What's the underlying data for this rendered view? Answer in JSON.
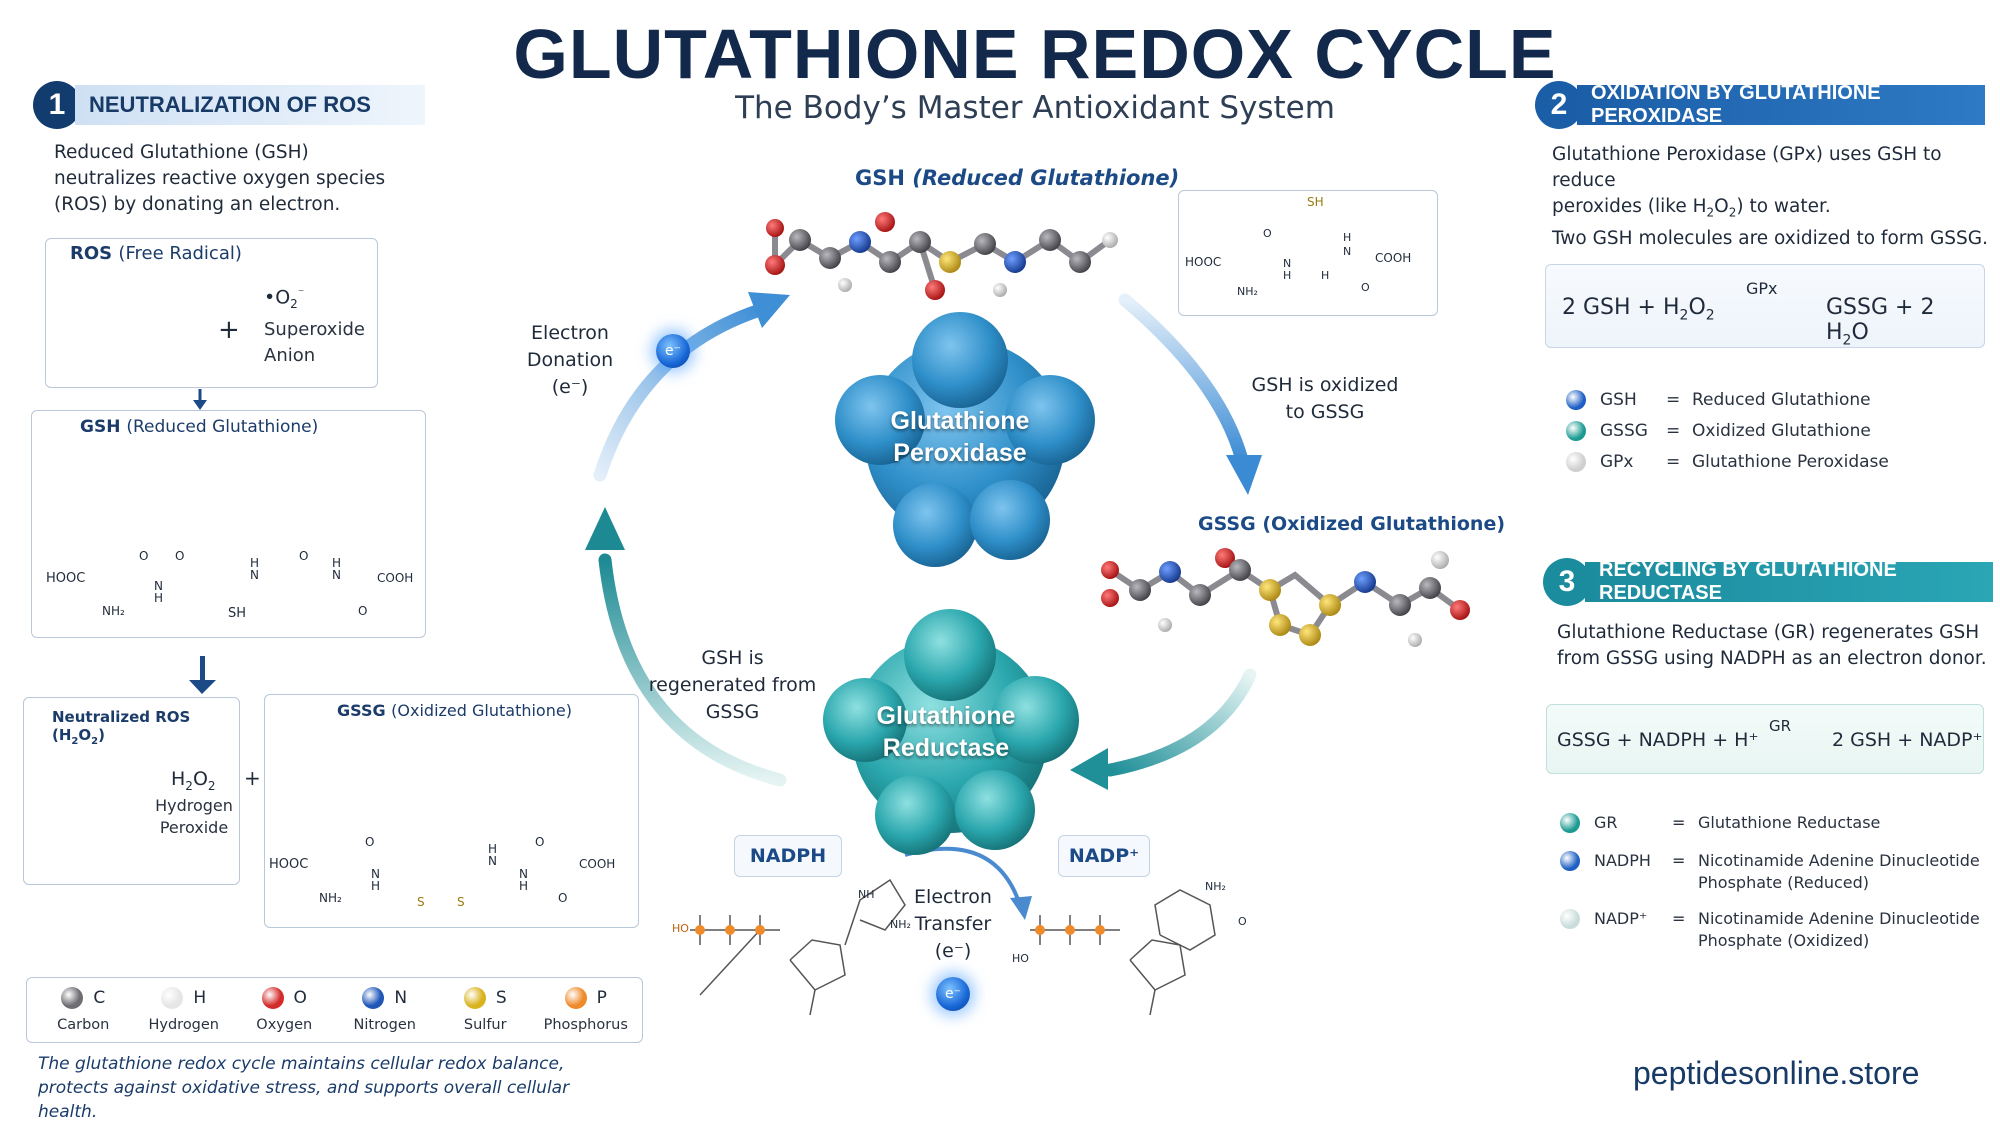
{
  "header": {
    "title": "GLUTATHIONE REDOX CYCLE",
    "subtitle": "The Body’s Master Antioxidant System"
  },
  "step1": {
    "number": "1",
    "title": "NEUTRALIZATION OF ROS",
    "desc": "Reduced Glutathione (GSH) neutralizes reactive oxygen species (ROS) by donating an electron.",
    "ros_box": {
      "label": "ROS",
      "label_paren": "(Free Radical)",
      "plus": "+",
      "radical": "•O",
      "radical_sub": "2",
      "radical_sup": "⁻",
      "name": "Superoxide Anion"
    },
    "gsh_box": {
      "label": "GSH",
      "label_paren": "(Reduced Glutathione)",
      "struct": {
        "hooc": "HOOC",
        "nh2": "NH₂",
        "o1": "O",
        "n1": "N",
        "h1": "H",
        "sh": "SH",
        "o2": "O",
        "h2": "H",
        "n2": "N",
        "o3": "O",
        "h3": "H",
        "n3": "N",
        "cooh": "COOH",
        "o4": "O"
      }
    },
    "neutralized_box": {
      "label": "Neutralized ROS (H",
      "label_sub": "2",
      "label_end": "O",
      "label_sub2": "2",
      "label_close": ")",
      "formula": "H",
      "formula_sub": "2",
      "formula_o": "O",
      "formula_sub2": "2",
      "name": "Hydrogen Peroxide",
      "plus": "+"
    },
    "gssg_box": {
      "label": "GSSG",
      "label_paren": "(Oxidized Glutathione)",
      "struct": {
        "hooc": "HOOC",
        "nh2": "NH₂",
        "o1": "O",
        "n1": "N",
        "h1": "H",
        "s1": "S",
        "s2": "S",
        "h2": "H",
        "n2": "N",
        "o2": "O",
        "h3": "H",
        "n3": "N",
        "cooh": "COOH",
        "o3": "O"
      }
    }
  },
  "elements": [
    {
      "symbol": "C",
      "name": "Carbon",
      "color": "#6d6d72"
    },
    {
      "symbol": "H",
      "name": "Hydrogen",
      "color": "#e6e6e6"
    },
    {
      "symbol": "O",
      "name": "Oxygen",
      "color": "#d42a2a"
    },
    {
      "symbol": "N",
      "name": "Nitrogen",
      "color": "#1f56b8"
    },
    {
      "symbol": "S",
      "name": "Sulfur",
      "color": "#d9b31f"
    },
    {
      "symbol": "P",
      "name": "Phosphorus",
      "color": "#ee8a2a"
    }
  ],
  "footer_text": "The glutathione redox cycle maintains cellular redox balance, protects against oxidative stress, and supports overall cellular health.",
  "cycle": {
    "gsh_title": "GSH",
    "gsh_title_paren": "(Reduced Glutathione)",
    "gsh_struct": {
      "sh": "SH",
      "hooc": "HOOC",
      "nh2": "NH₂",
      "o1": "O",
      "n1": "N",
      "h1": "H",
      "h2": "H",
      "n2": "N",
      "h3": "H",
      "cooh": "COOH",
      "o2": "O"
    },
    "electron_donation": "Electron Donation",
    "electron_donation_sym": "(e⁻)",
    "electron": "e⁻",
    "enzyme1": "Glutathione Peroxidase",
    "gsh_oxidized": "GSH is oxidized to GSSG",
    "gssg_title": "GSSG",
    "gssg_title_paren": "(Oxidized Glutathione)",
    "enzyme2": "Glutathione Reductase",
    "gsh_regenerated": "GSH is regenerated from GSSG",
    "nadph": "NADPH",
    "nadp": "NADP⁺",
    "electron_transfer": "Electron Transfer",
    "electron_transfer_sym": "(e⁻)",
    "ho_left": "HO",
    "ho_left2": "HO",
    "nh_left": "NH",
    "nh2_left": "NH₂",
    "nh2_right": "NH₂",
    "o_right": "O"
  },
  "step2": {
    "number": "2",
    "title": "OXIDATION BY GLUTATHIONE PEROXIDASE",
    "desc1": "Glutathione Peroxidase (GPx) uses GSH to reduce",
    "desc2a": "peroxides (like H",
    "desc2sub": "2",
    "desc2b": "O",
    "desc2sub2": "2",
    "desc2c": ") to water.",
    "desc3": "Two GSH molecules are oxidized to form GSSG.",
    "eq_left": "2 GSH  +  H",
    "eq_left_sub": "2",
    "eq_left_o": "O",
    "eq_left_sub2": "2",
    "eq_enzyme": "GPx",
    "eq_right": "GSSG  +  2 H",
    "eq_right_sub": "2",
    "eq_right_o": "O",
    "legend": [
      {
        "key": "GSH",
        "eq": "=",
        "value": "Reduced Glutathione",
        "color": "#1d5fc4"
      },
      {
        "key": "GSSG",
        "eq": "=",
        "value": "Oxidized Glutathione",
        "color": "#1b9a92"
      },
      {
        "key": "GPx",
        "eq": "=",
        "value": "Glutathione Peroxidase",
        "color": "#cfcfcf"
      }
    ]
  },
  "step3": {
    "number": "3",
    "title": "RECYCLING BY GLUTATHIONE REDUCTASE",
    "desc": "Glutathione Reductase (GR) regenerates GSH from GSSG using NADPH as an electron donor.",
    "eq_left": "GSSG + NADPH + H⁺",
    "eq_enzyme": "GR",
    "eq_right": "2 GSH  +  NADP⁺",
    "legend": [
      {
        "key": "GR",
        "eq": "=",
        "value": "Glutathione Reductase",
        "value2": "",
        "color": "#1b9a92"
      },
      {
        "key": "NADPH",
        "eq": "=",
        "value": "Nicotinamide Adenine Dinucleotide",
        "value2": "Phosphate (Reduced)",
        "color": "#1d5fc4"
      },
      {
        "key": "NADP⁺",
        "eq": "=",
        "value": "Nicotinamide Adenine Dinucleotide",
        "value2": "Phosphate (Oxidized)",
        "color": "#c9dcdb"
      }
    ]
  },
  "website": "peptidesonline.store"
}
